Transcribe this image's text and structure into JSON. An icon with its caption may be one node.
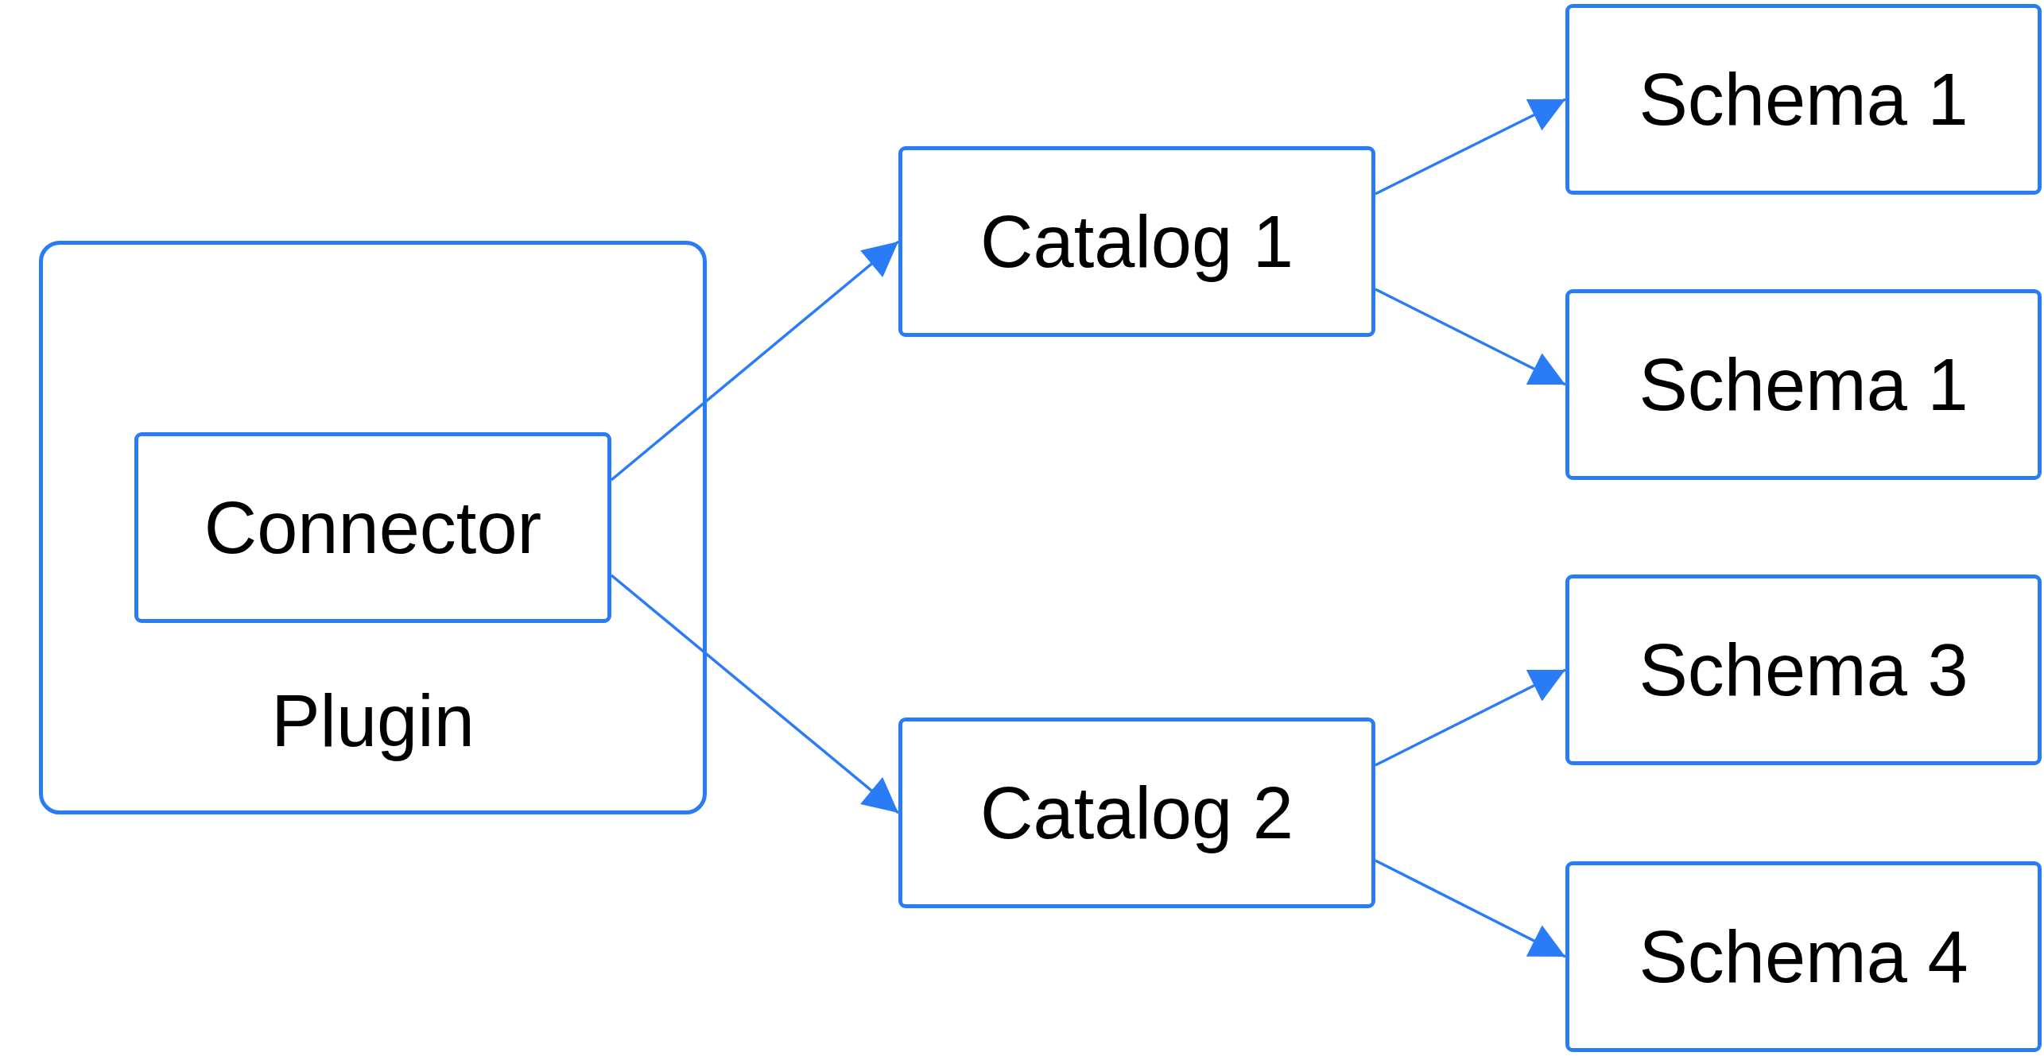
{
  "diagram": {
    "nodes": [
      {
        "text": [
          "Plugin"
        ]
      },
      {
        "text": [
          "Connector"
        ],
        "in": 0
      },
      {
        "text": [
          "Catalog 1"
        ]
      },
      {
        "text": [
          "Catalog 2"
        ]
      },
      {
        "text": [
          "Schema 1"
        ]
      },
      {
        "text": [
          "Schema 1"
        ]
      },
      {
        "text": [
          "Schema 3"
        ]
      },
      {
        "text": [
          "Schema 4"
        ]
      }
    ],
    "edges": [
      {
        "from": 1,
        "to": 2,
        "arrow": "to"
      },
      {
        "from": 1,
        "to": 3,
        "arrow": "to"
      },
      {
        "from": 2,
        "to": 4,
        "arrow": "to"
      },
      {
        "from": 2,
        "to": 5,
        "arrow": "to"
      },
      {
        "from": 3,
        "to": 6,
        "arrow": "to"
      },
      {
        "from": 3,
        "to": 7,
        "arrow": "to"
      }
    ]
  }
}
